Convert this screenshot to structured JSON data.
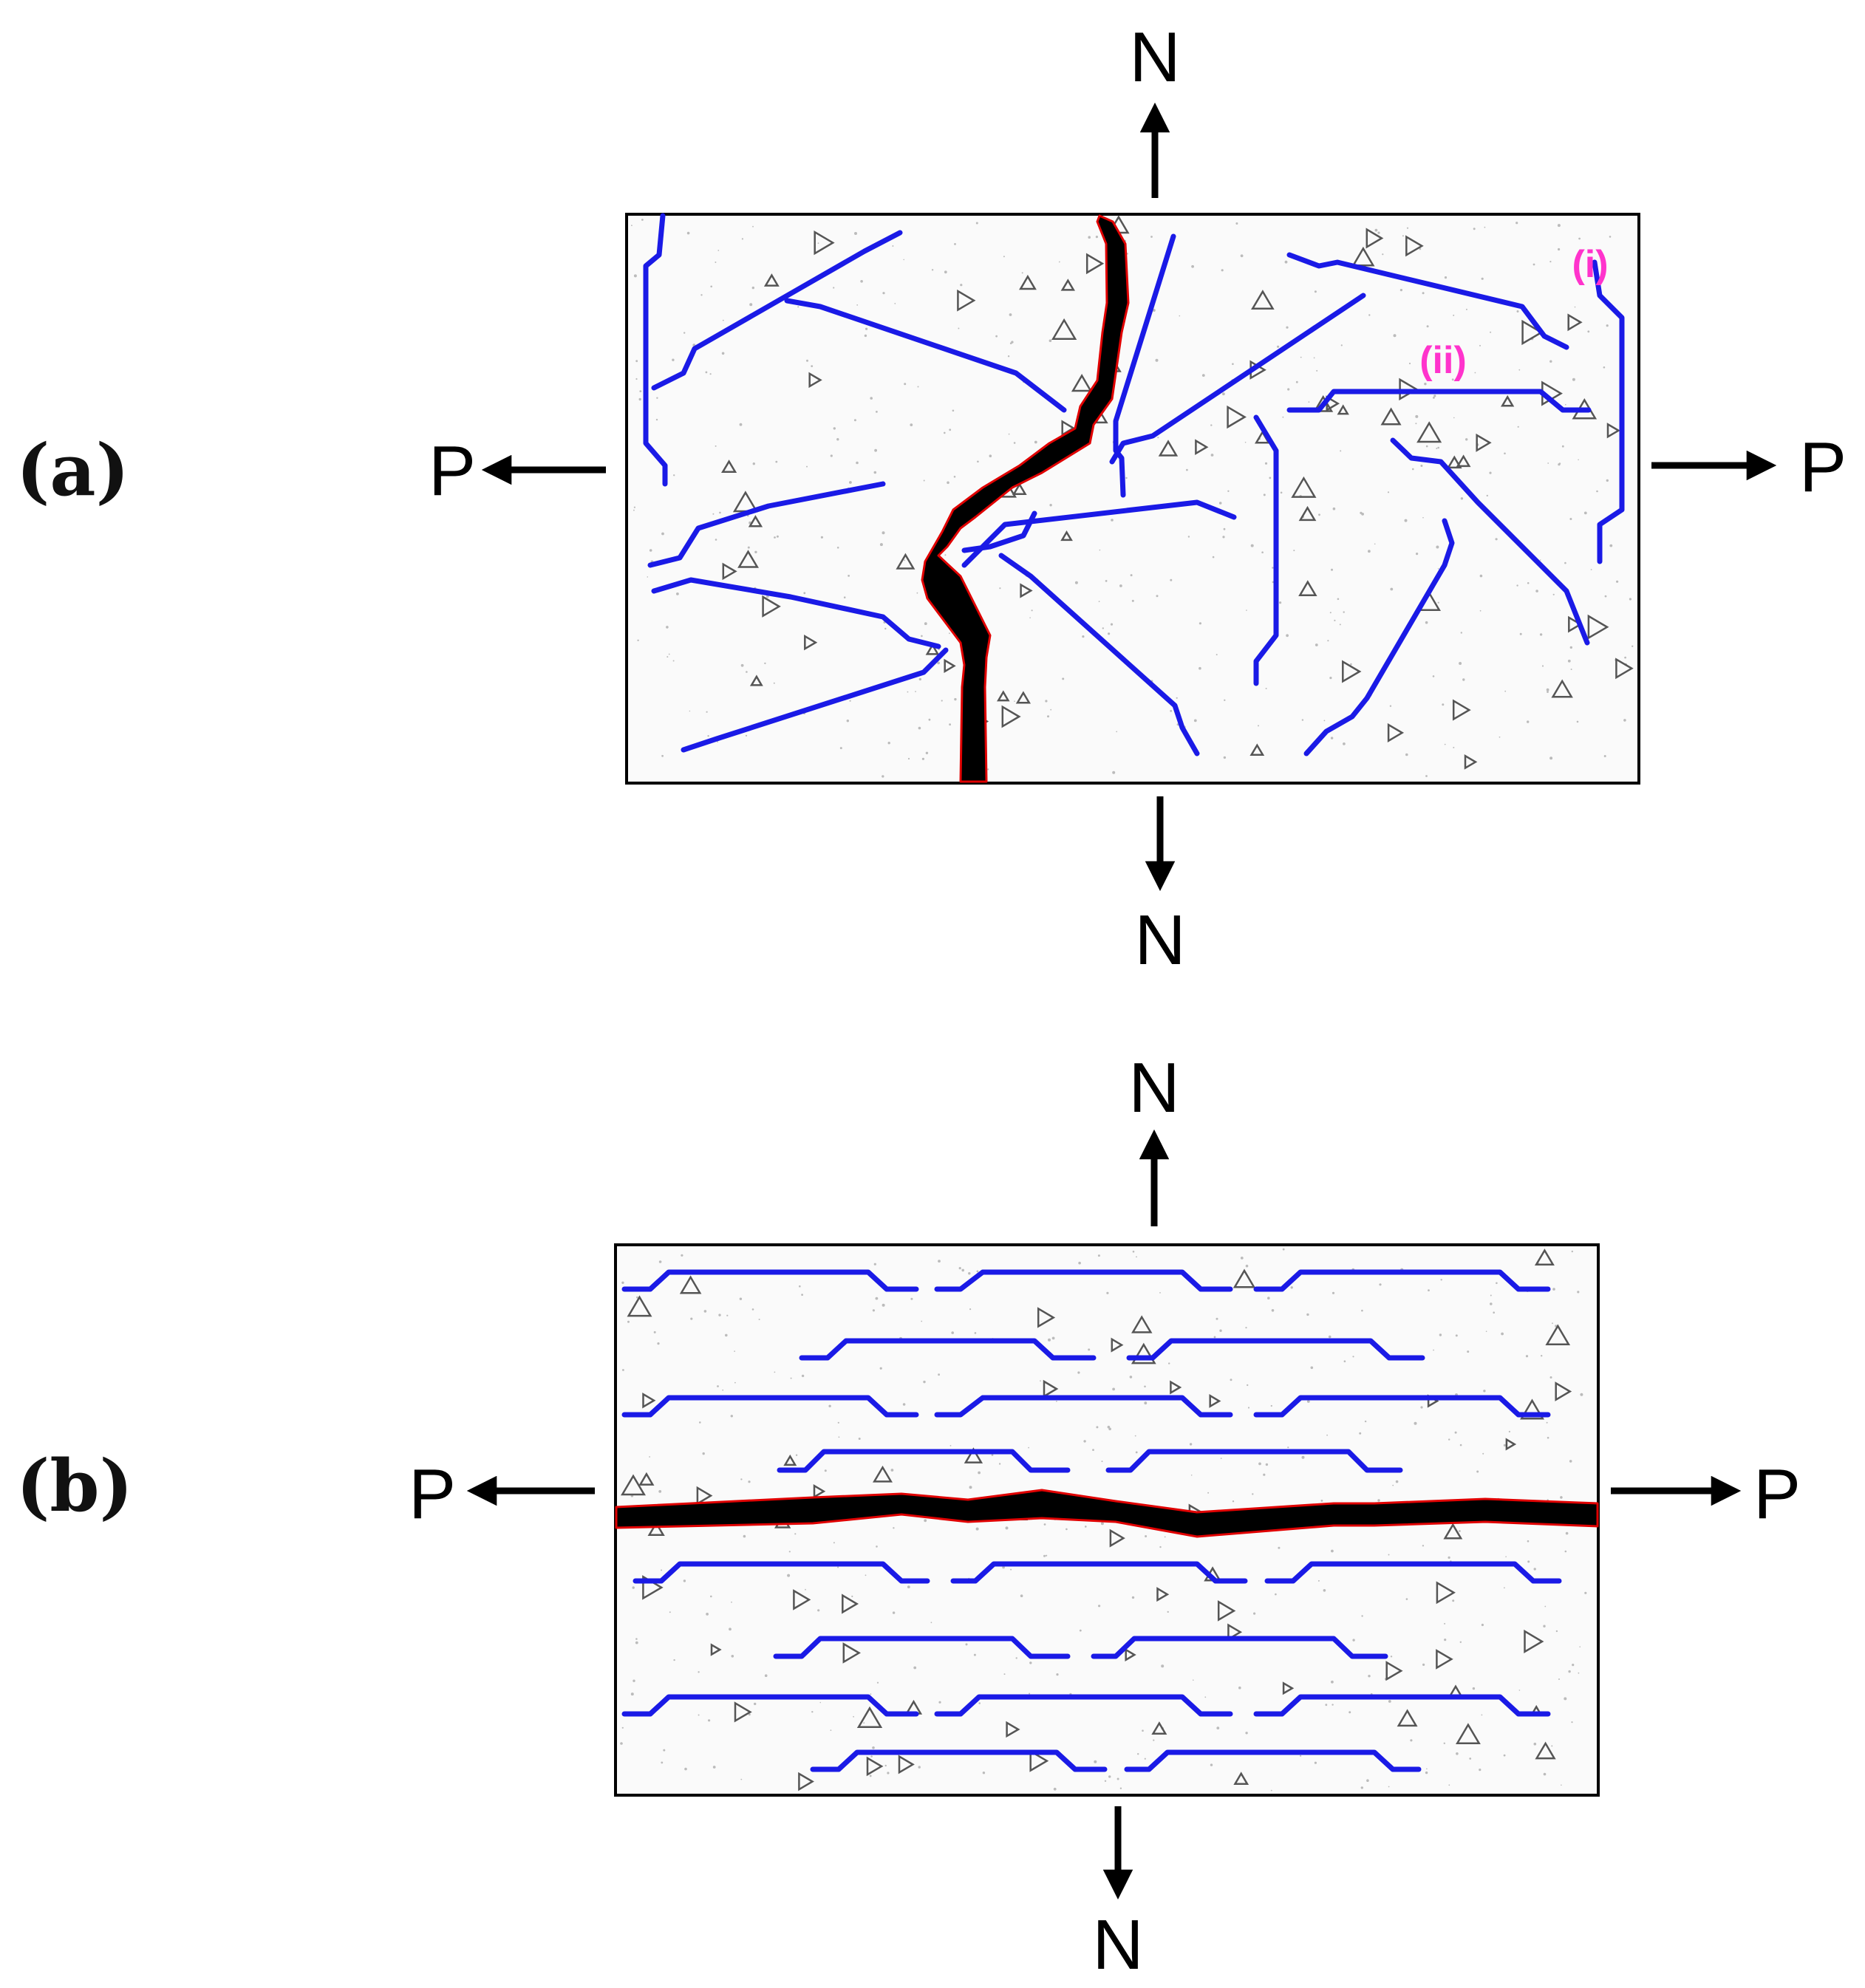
{
  "panels": [
    {
      "id": "a",
      "label": "(a)",
      "force_top": "N",
      "force_bottom": "N",
      "force_left": "P",
      "force_right": "P",
      "markers": [
        "(i)",
        "(ii)"
      ]
    },
    {
      "id": "b",
      "label": "(b)",
      "force_top": "N",
      "force_bottom": "N",
      "force_left": "P",
      "force_right": "P"
    }
  ],
  "colors": {
    "fiber": "#1a1ae6",
    "crack_fill": "#000000",
    "crack_outline": "#e00000",
    "marker_text": "#ff33cc",
    "specimen_fill": "#fafafa"
  }
}
